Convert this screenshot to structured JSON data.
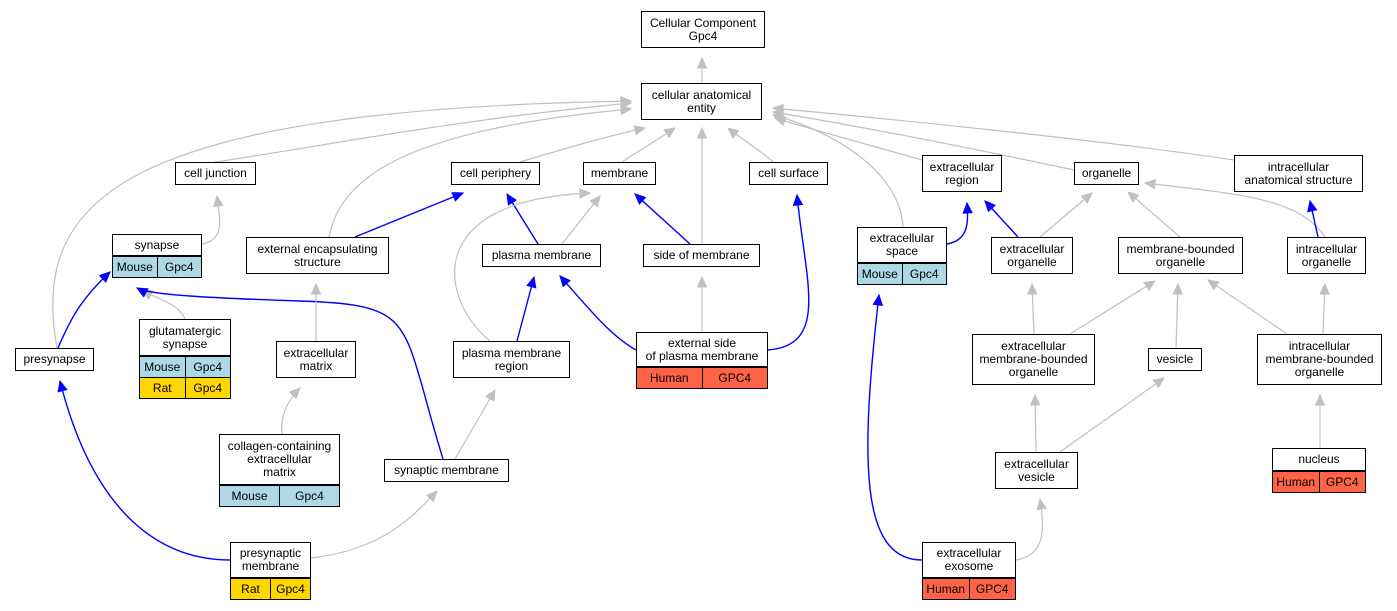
{
  "colors": {
    "mouse": "#add8e6",
    "rat": "#ffd700",
    "human": "#ff6347",
    "gray_edge": "#c0c0c0",
    "blue_edge": "#0000ff"
  },
  "nodes": {
    "root": {
      "label": "Cellular Component\nGpc4"
    },
    "cae": {
      "label": "cellular anatomical\nentity"
    },
    "cell_junction": {
      "label": "cell junction"
    },
    "cell_periphery": {
      "label": "cell periphery"
    },
    "membrane": {
      "label": "membrane"
    },
    "cell_surface": {
      "label": "cell surface"
    },
    "extracellular_region": {
      "label": "extracellular\nregion"
    },
    "organelle": {
      "label": "organelle"
    },
    "intracellular_ase": {
      "label": "intracellular\nanatomical structure"
    },
    "synapse": {
      "label": "synapse",
      "rows": [
        {
          "species": "Mouse",
          "gene": "Gpc4"
        }
      ]
    },
    "external_encapsulating": {
      "label": "external encapsulating\nstructure"
    },
    "plasma_membrane": {
      "label": "plasma membrane"
    },
    "side_of_membrane": {
      "label": "side of membrane"
    },
    "extracellular_space": {
      "label": "extracellular\nspace",
      "rows": [
        {
          "species": "Mouse",
          "gene": "Gpc4"
        }
      ]
    },
    "extracellular_organelle": {
      "label": "extracellular\norganelle"
    },
    "membrane_bounded_organelle": {
      "label": "membrane-bounded\norganelle"
    },
    "intracellular_organelle": {
      "label": "intracellular\norganelle"
    },
    "glutamatergic_synapse": {
      "label": "glutamatergic\nsynapse",
      "rows": [
        {
          "species": "Mouse",
          "gene": "Gpc4"
        },
        {
          "species": "Rat",
          "gene": "Gpc4"
        }
      ]
    },
    "presynapse": {
      "label": "presynapse"
    },
    "extracellular_matrix": {
      "label": "extracellular\nmatrix"
    },
    "plasma_membrane_region": {
      "label": "plasma membrane\nregion"
    },
    "external_side_pm": {
      "label": "external side\nof plasma membrane",
      "rows": [
        {
          "species": "Human",
          "gene": "GPC4"
        }
      ]
    },
    "ext_mb_organelle": {
      "label": "extracellular\nmembrane-bounded\norganelle"
    },
    "vesicle": {
      "label": "vesicle"
    },
    "intra_mb_organelle": {
      "label": "intracellular\nmembrane-bounded\norganelle"
    },
    "collagen_ecm": {
      "label": "collagen-containing\nextracellular\nmatrix",
      "rows": [
        {
          "species": "Mouse",
          "gene": "Gpc4"
        }
      ]
    },
    "synaptic_membrane": {
      "label": "synaptic membrane"
    },
    "extracellular_vesicle": {
      "label": "extracellular\nvesicle"
    },
    "nucleus": {
      "label": "nucleus",
      "rows": [
        {
          "species": "Human",
          "gene": "GPC4"
        }
      ]
    },
    "presynaptic_membrane": {
      "label": "presynaptic\nmembrane",
      "rows": [
        {
          "species": "Rat",
          "gene": "Gpc4"
        }
      ]
    },
    "extracellular_exosome": {
      "label": "extracellular\nexosome",
      "rows": [
        {
          "species": "Human",
          "gene": "GPC4"
        }
      ]
    }
  },
  "edges": [
    {
      "from": "cae",
      "to": "root",
      "relation": "is_a"
    },
    {
      "from": "cell_junction",
      "to": "cae",
      "relation": "is_a"
    },
    {
      "from": "cell_periphery",
      "to": "cae",
      "relation": "is_a"
    },
    {
      "from": "membrane",
      "to": "cae",
      "relation": "is_a"
    },
    {
      "from": "cell_surface",
      "to": "cae",
      "relation": "is_a"
    },
    {
      "from": "extracellular_region",
      "to": "cae",
      "relation": "is_a"
    },
    {
      "from": "organelle",
      "to": "cae",
      "relation": "is_a"
    },
    {
      "from": "intracellular_ase",
      "to": "cae",
      "relation": "is_a"
    },
    {
      "from": "external_encapsulating",
      "to": "cae",
      "relation": "is_a"
    },
    {
      "from": "side_of_membrane",
      "to": "cae",
      "relation": "is_a"
    },
    {
      "from": "extracellular_space",
      "to": "cae",
      "relation": "is_a"
    },
    {
      "from": "presynapse",
      "to": "cae",
      "relation": "is_a"
    },
    {
      "from": "synapse",
      "to": "cell_junction",
      "relation": "is_a"
    },
    {
      "from": "external_encapsulating",
      "to": "cell_periphery",
      "relation": "part_of"
    },
    {
      "from": "plasma_membrane",
      "to": "cell_periphery",
      "relation": "part_of"
    },
    {
      "from": "plasma_membrane",
      "to": "membrane",
      "relation": "is_a"
    },
    {
      "from": "side_of_membrane",
      "to": "membrane",
      "relation": "part_of"
    },
    {
      "from": "plasma_membrane_region",
      "to": "membrane",
      "relation": "is_a"
    },
    {
      "from": "extracellular_space",
      "to": "extracellular_region",
      "relation": "part_of"
    },
    {
      "from": "extracellular_organelle",
      "to": "extracellular_region",
      "relation": "part_of"
    },
    {
      "from": "extracellular_organelle",
      "to": "organelle",
      "relation": "is_a"
    },
    {
      "from": "membrane_bounded_organelle",
      "to": "organelle",
      "relation": "is_a"
    },
    {
      "from": "intracellular_organelle",
      "to": "organelle",
      "relation": "is_a"
    },
    {
      "from": "intracellular_organelle",
      "to": "intracellular_ase",
      "relation": "part_of"
    },
    {
      "from": "presynapse",
      "to": "synapse",
      "relation": "part_of"
    },
    {
      "from": "glutamatergic_synapse",
      "to": "synapse",
      "relation": "is_a"
    },
    {
      "from": "synaptic_membrane",
      "to": "synapse",
      "relation": "part_of"
    },
    {
      "from": "extracellular_matrix",
      "to": "external_encapsulating",
      "relation": "is_a"
    },
    {
      "from": "plasma_membrane_region",
      "to": "plasma_membrane",
      "relation": "part_of"
    },
    {
      "from": "external_side_pm",
      "to": "plasma_membrane",
      "relation": "part_of"
    },
    {
      "from": "external_side_pm",
      "to": "side_of_membrane",
      "relation": "is_a"
    },
    {
      "from": "external_side_pm",
      "to": "cell_surface",
      "relation": "part_of"
    },
    {
      "from": "extracellular_exosome",
      "to": "extracellular_space",
      "relation": "part_of"
    },
    {
      "from": "ext_mb_organelle",
      "to": "extracellular_organelle",
      "relation": "is_a"
    },
    {
      "from": "ext_mb_organelle",
      "to": "membrane_bounded_organelle",
      "relation": "is_a"
    },
    {
      "from": "vesicle",
      "to": "membrane_bounded_organelle",
      "relation": "is_a"
    },
    {
      "from": "intra_mb_organelle",
      "to": "membrane_bounded_organelle",
      "relation": "is_a"
    },
    {
      "from": "intra_mb_organelle",
      "to": "intracellular_organelle",
      "relation": "is_a"
    },
    {
      "from": "collagen_ecm",
      "to": "extracellular_matrix",
      "relation": "is_a"
    },
    {
      "from": "synaptic_membrane",
      "to": "plasma_membrane_region",
      "relation": "is_a"
    },
    {
      "from": "extracellular_vesicle",
      "to": "ext_mb_organelle",
      "relation": "is_a"
    },
    {
      "from": "extracellular_vesicle",
      "to": "vesicle",
      "relation": "is_a"
    },
    {
      "from": "nucleus",
      "to": "intra_mb_organelle",
      "relation": "is_a"
    },
    {
      "from": "presynaptic_membrane",
      "to": "presynapse",
      "relation": "part_of"
    },
    {
      "from": "presynaptic_membrane",
      "to": "synaptic_membrane",
      "relation": "is_a"
    },
    {
      "from": "extracellular_exosome",
      "to": "extracellular_vesicle",
      "relation": "is_a"
    }
  ]
}
